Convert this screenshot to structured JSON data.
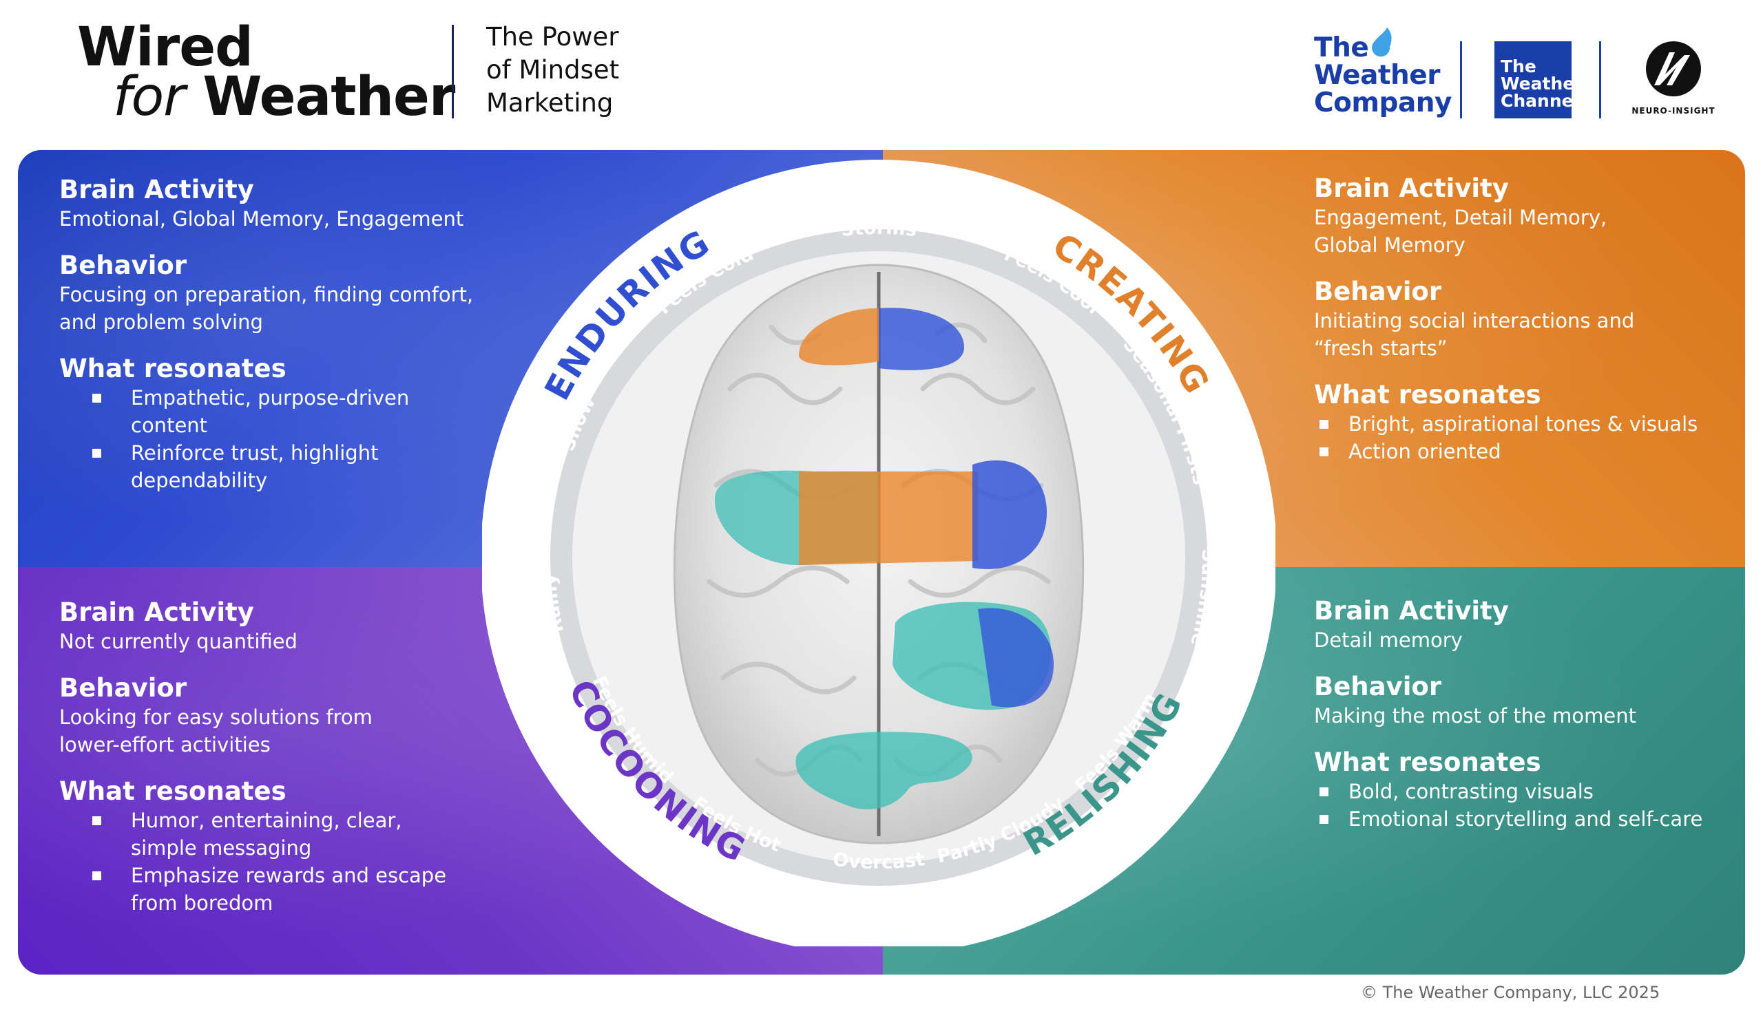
{
  "header": {
    "title_line1": "Wired",
    "title_for": "for",
    "title_weather": "Weather",
    "tagline": [
      "The Power",
      "of Mindset",
      "Marketing"
    ]
  },
  "logos": {
    "twc_company": [
      "The",
      "Weather",
      "Company"
    ],
    "twc_channel": [
      "The",
      "Weather",
      "Channel"
    ],
    "neuro_insight": "NEURO-INSIGHT"
  },
  "colors": {
    "enduring": "#2f4fd0",
    "creating": "#e0802a",
    "cocooning": "#6b35c6",
    "relishing": "#3a958a",
    "brand_blue": "#1a3ea8"
  },
  "mindsets": {
    "enduring": "ENDURING",
    "creating": "CREATING",
    "cocooning": "COCOONING",
    "relishing": "RELISHING"
  },
  "weather_ring": [
    "Storms",
    "Feels Cool",
    "Seasonal Firsts",
    "Sunshine",
    "Feels Warm",
    "Partly Cloudy",
    "Overcast",
    "Feels Hot",
    "Feels Humid",
    "Rainy",
    "Snow",
    "Feels Cold"
  ],
  "panels": {
    "enduring": {
      "h_brain": "Brain Activity",
      "brain": [
        "Emotional, Global Memory, Engagement"
      ],
      "h_behavior": "Behavior",
      "behavior": [
        "Focusing on preparation, finding comfort,",
        "and problem solving"
      ],
      "h_resonates": "What resonates",
      "resonates": [
        [
          "Empathetic, purpose-driven",
          "content"
        ],
        [
          "Reinforce trust, highlight",
          "dependability"
        ]
      ]
    },
    "creating": {
      "h_brain": "Brain Activity",
      "brain": [
        "Engagement, Detail Memory,",
        "Global Memory"
      ],
      "h_behavior": "Behavior",
      "behavior": [
        "Initiating social interactions and",
        "“fresh starts”"
      ],
      "h_resonates": "What resonates",
      "resonates": [
        [
          "Bright, aspirational tones & visuals"
        ],
        [
          "Action oriented"
        ]
      ]
    },
    "cocooning": {
      "h_brain": "Brain Activity",
      "brain": [
        "Not currently quantified"
      ],
      "h_behavior": "Behavior",
      "behavior": [
        "Looking for easy solutions from",
        "lower-effort activities"
      ],
      "h_resonates": "What resonates",
      "resonates": [
        [
          "Humor, entertaining, clear,",
          "simple messaging"
        ],
        [
          "Emphasize rewards and escape",
          "from boredom"
        ]
      ]
    },
    "relishing": {
      "h_brain": "Brain Activity",
      "brain": [
        "Detail memory"
      ],
      "h_behavior": "Behavior",
      "behavior": [
        "Making the most of the moment"
      ],
      "h_resonates": "What resonates",
      "resonates": [
        [
          "Bold, contrasting visuals"
        ],
        [
          "Emotional storytelling and self-care"
        ]
      ]
    }
  },
  "footer": {
    "copyright": "© The Weather Company, LLC 2025"
  }
}
